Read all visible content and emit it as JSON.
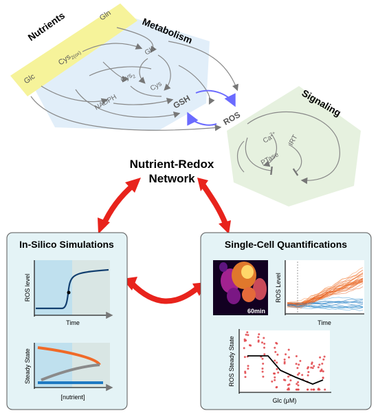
{
  "top": {
    "nutrients_label": "Nutrients",
    "nutrient_items": [
      "Glc",
      "Cys",
      "2(ox)",
      "Gln"
    ],
    "metabolism_label": "Metabolism",
    "metabolism_nodes": [
      "Glu",
      "Cys",
      "2",
      "Cys",
      "NADPH",
      "GSH",
      "ROS"
    ],
    "signaling_label": "Signaling",
    "signaling_nodes": [
      "Ca",
      "2+",
      "PTase",
      "IRT"
    ],
    "center_title": [
      "Nutrient-Redox",
      "Network"
    ]
  },
  "panels": {
    "left_title": "In-Silico Simulations",
    "right_title": "Single-Cell Quantifications"
  },
  "plots": {
    "ros_time": {
      "ylabel": "ROS level",
      "xlabel": "Time"
    },
    "steady": {
      "ylabel": "Steady State",
      "xlabel": "[nutrient]"
    },
    "image_time": "60min",
    "ros_level_traces": {
      "ylabel": "ROS Level",
      "xlabel": "Time"
    },
    "ros_glc": {
      "ylabel": "ROS Steady State",
      "xlabel": "Glc (μM)"
    }
  },
  "colors": {
    "nutrient_band": "#f6f39a",
    "metabolism_bg": "#dcebf8",
    "signaling_bg": "#e3f0dc",
    "panel_bg": "#e4f3f6",
    "arrow_red": "#e8231c",
    "loop_blue": "#6b6bff",
    "orange": "#f06a28",
    "gray": "#8a8a8a",
    "blue": "#1f7ac2",
    "dark_curve": "#123f6f"
  }
}
